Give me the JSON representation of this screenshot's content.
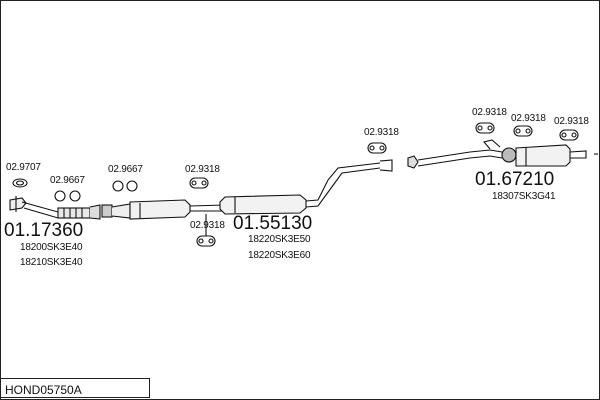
{
  "reference": "HOND05750A",
  "parts": {
    "front_pipe": {
      "number": "01.17360",
      "oem": [
        "18200SK3E40",
        "18210SK3E40"
      ]
    },
    "center_section": {
      "number": "01.55130",
      "oem": [
        "18220SK3E50",
        "18220SK3E60"
      ]
    },
    "rear_silencer": {
      "number": "01.67210",
      "oem": [
        "18307SK3G41"
      ]
    }
  },
  "fittings": {
    "gasket_front": "02.9707",
    "clamp_1": "02.9667",
    "clamp_2": "02.9667",
    "hanger_1": "02.9318",
    "hanger_2": "02.9318",
    "hanger_3": "02.9318",
    "hanger_4": "02.9318",
    "hanger_5": "02.9318",
    "hanger_6": "02.9318"
  }
}
